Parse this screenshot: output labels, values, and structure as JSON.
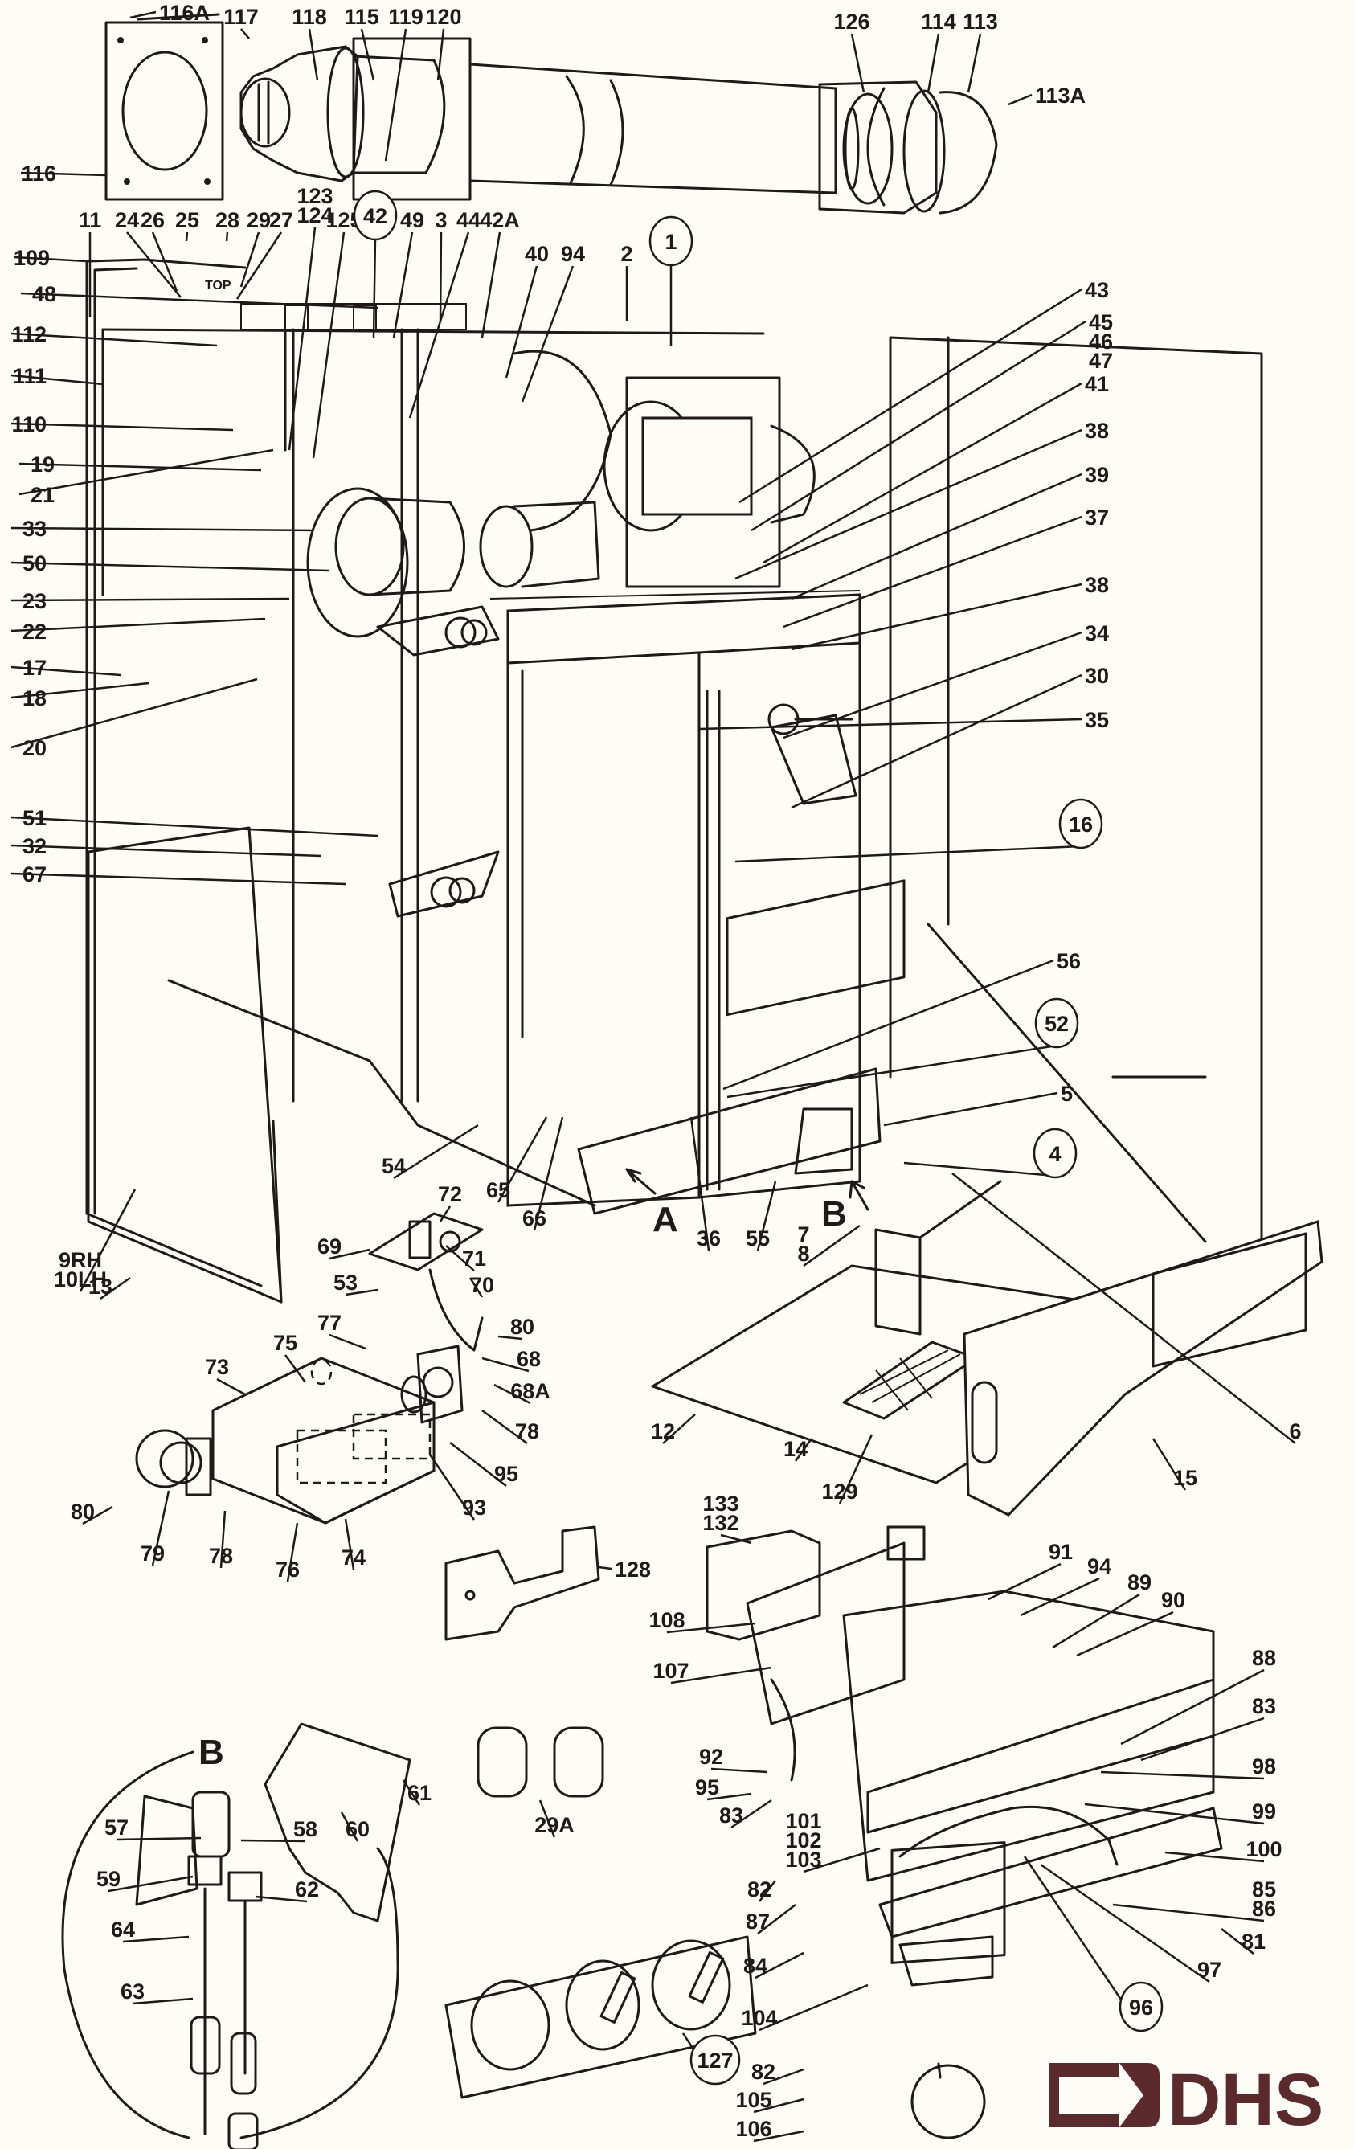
{
  "diagram": {
    "type": "exploded-parts-diagram",
    "brand_logo": {
      "text": "DHS",
      "color": "#5a2a2c"
    },
    "ink_color": "#1e1a18",
    "paper_color": "#fdfcf7",
    "case_marking": "TOP",
    "view_markers": [
      "A",
      "B"
    ],
    "detail_view_label": "B",
    "callouts": [
      {
        "id": "116A",
        "label": "116A"
      },
      {
        "id": "117",
        "label": "117"
      },
      {
        "id": "118",
        "label": "118"
      },
      {
        "id": "115",
        "label": "115"
      },
      {
        "id": "119",
        "label": "119"
      },
      {
        "id": "120",
        "label": "120"
      },
      {
        "id": "126",
        "label": "126"
      },
      {
        "id": "114",
        "label": "114"
      },
      {
        "id": "113",
        "label": "113"
      },
      {
        "id": "113A",
        "label": "113A"
      },
      {
        "id": "116",
        "label": "116"
      },
      {
        "id": "11",
        "label": "11"
      },
      {
        "id": "24",
        "label": "24"
      },
      {
        "id": "26",
        "label": "26"
      },
      {
        "id": "25",
        "label": "25"
      },
      {
        "id": "28",
        "label": "28"
      },
      {
        "id": "29",
        "label": "29"
      },
      {
        "id": "27",
        "label": "27"
      },
      {
        "id": "123-124",
        "label": "123\n124"
      },
      {
        "id": "125",
        "label": "125"
      },
      {
        "id": "42",
        "label": "42",
        "circled": true
      },
      {
        "id": "49",
        "label": "49"
      },
      {
        "id": "3",
        "label": "3"
      },
      {
        "id": "44",
        "label": "44"
      },
      {
        "id": "42A",
        "label": "42A"
      },
      {
        "id": "40",
        "label": "40"
      },
      {
        "id": "94a",
        "label": "94"
      },
      {
        "id": "2",
        "label": "2"
      },
      {
        "id": "1",
        "label": "1",
        "circled": true
      },
      {
        "id": "109",
        "label": "109"
      },
      {
        "id": "43",
        "label": "43"
      },
      {
        "id": "45-47",
        "label": "45\n46\n47"
      },
      {
        "id": "48",
        "label": "48"
      },
      {
        "id": "112",
        "label": "112"
      },
      {
        "id": "41",
        "label": "41"
      },
      {
        "id": "38a",
        "label": "38"
      },
      {
        "id": "111",
        "label": "111"
      },
      {
        "id": "39",
        "label": "39"
      },
      {
        "id": "110",
        "label": "110"
      },
      {
        "id": "37",
        "label": "37"
      },
      {
        "id": "19",
        "label": "19"
      },
      {
        "id": "38b",
        "label": "38"
      },
      {
        "id": "21",
        "label": "21"
      },
      {
        "id": "34",
        "label": "34"
      },
      {
        "id": "33",
        "label": "33"
      },
      {
        "id": "30",
        "label": "30"
      },
      {
        "id": "50",
        "label": "50"
      },
      {
        "id": "23",
        "label": "23"
      },
      {
        "id": "35",
        "label": "35"
      },
      {
        "id": "22",
        "label": "22"
      },
      {
        "id": "17",
        "label": "17"
      },
      {
        "id": "16",
        "label": "16",
        "circled": true
      },
      {
        "id": "18",
        "label": "18"
      },
      {
        "id": "20",
        "label": "20"
      },
      {
        "id": "56",
        "label": "56"
      },
      {
        "id": "51",
        "label": "51"
      },
      {
        "id": "52",
        "label": "52",
        "circled": true
      },
      {
        "id": "32",
        "label": "32"
      },
      {
        "id": "67",
        "label": "67"
      },
      {
        "id": "5",
        "label": "5"
      },
      {
        "id": "4",
        "label": "4",
        "circled": true
      },
      {
        "id": "54",
        "label": "54"
      },
      {
        "id": "65",
        "label": "65"
      },
      {
        "id": "66",
        "label": "66"
      },
      {
        "id": "36",
        "label": "36"
      },
      {
        "id": "55",
        "label": "55"
      },
      {
        "id": "7-8",
        "label": "7\n8"
      },
      {
        "id": "9RH-10LH",
        "label": "9RH\n10LH"
      },
      {
        "id": "72",
        "label": "72"
      },
      {
        "id": "69",
        "label": "69"
      },
      {
        "id": "71",
        "label": "71"
      },
      {
        "id": "13",
        "label": "13"
      },
      {
        "id": "53",
        "label": "53"
      },
      {
        "id": "70",
        "label": "70"
      },
      {
        "id": "77",
        "label": "77"
      },
      {
        "id": "80a",
        "label": "80"
      },
      {
        "id": "73",
        "label": "73"
      },
      {
        "id": "75",
        "label": "75"
      },
      {
        "id": "68",
        "label": "68"
      },
      {
        "id": "68A",
        "label": "68A"
      },
      {
        "id": "6",
        "label": "6"
      },
      {
        "id": "12",
        "label": "12"
      },
      {
        "id": "78a",
        "label": "78"
      },
      {
        "id": "95a",
        "label": "95"
      },
      {
        "id": "14",
        "label": "14"
      },
      {
        "id": "129",
        "label": "129"
      },
      {
        "id": "15",
        "label": "15"
      },
      {
        "id": "80b",
        "label": "80"
      },
      {
        "id": "93",
        "label": "93"
      },
      {
        "id": "79",
        "label": "79"
      },
      {
        "id": "78b",
        "label": "78"
      },
      {
        "id": "74",
        "label": "74"
      },
      {
        "id": "76",
        "label": "76"
      },
      {
        "id": "133-132",
        "label": "133\n132"
      },
      {
        "id": "128",
        "label": "128"
      },
      {
        "id": "91",
        "label": "91"
      },
      {
        "id": "94b",
        "label": "94"
      },
      {
        "id": "89",
        "label": "89"
      },
      {
        "id": "90",
        "label": "90"
      },
      {
        "id": "108",
        "label": "108"
      },
      {
        "id": "107",
        "label": "107"
      },
      {
        "id": "88",
        "label": "88"
      },
      {
        "id": "83a",
        "label": "83"
      },
      {
        "id": "92",
        "label": "92"
      },
      {
        "id": "98",
        "label": "98"
      },
      {
        "id": "95b",
        "label": "95"
      },
      {
        "id": "83b",
        "label": "83"
      },
      {
        "id": "61",
        "label": "61"
      },
      {
        "id": "57",
        "label": "57"
      },
      {
        "id": "58",
        "label": "58"
      },
      {
        "id": "60",
        "label": "60"
      },
      {
        "id": "29A",
        "label": "29A"
      },
      {
        "id": "99",
        "label": "99"
      },
      {
        "id": "101-103",
        "label": "101\n102\n103"
      },
      {
        "id": "100",
        "label": "100"
      },
      {
        "id": "82a",
        "label": "82"
      },
      {
        "id": "85-86",
        "label": "85\n86"
      },
      {
        "id": "87",
        "label": "87"
      },
      {
        "id": "59",
        "label": "59"
      },
      {
        "id": "62",
        "label": "62"
      },
      {
        "id": "64",
        "label": "64"
      },
      {
        "id": "84",
        "label": "84"
      },
      {
        "id": "81",
        "label": "81"
      },
      {
        "id": "63",
        "label": "63"
      },
      {
        "id": "97",
        "label": "97"
      },
      {
        "id": "96",
        "label": "96",
        "circled": true
      },
      {
        "id": "104",
        "label": "104"
      },
      {
        "id": "127",
        "label": "127",
        "circled": true
      },
      {
        "id": "82b",
        "label": "82"
      },
      {
        "id": "105",
        "label": "105"
      },
      {
        "id": "106",
        "label": "106"
      }
    ]
  }
}
